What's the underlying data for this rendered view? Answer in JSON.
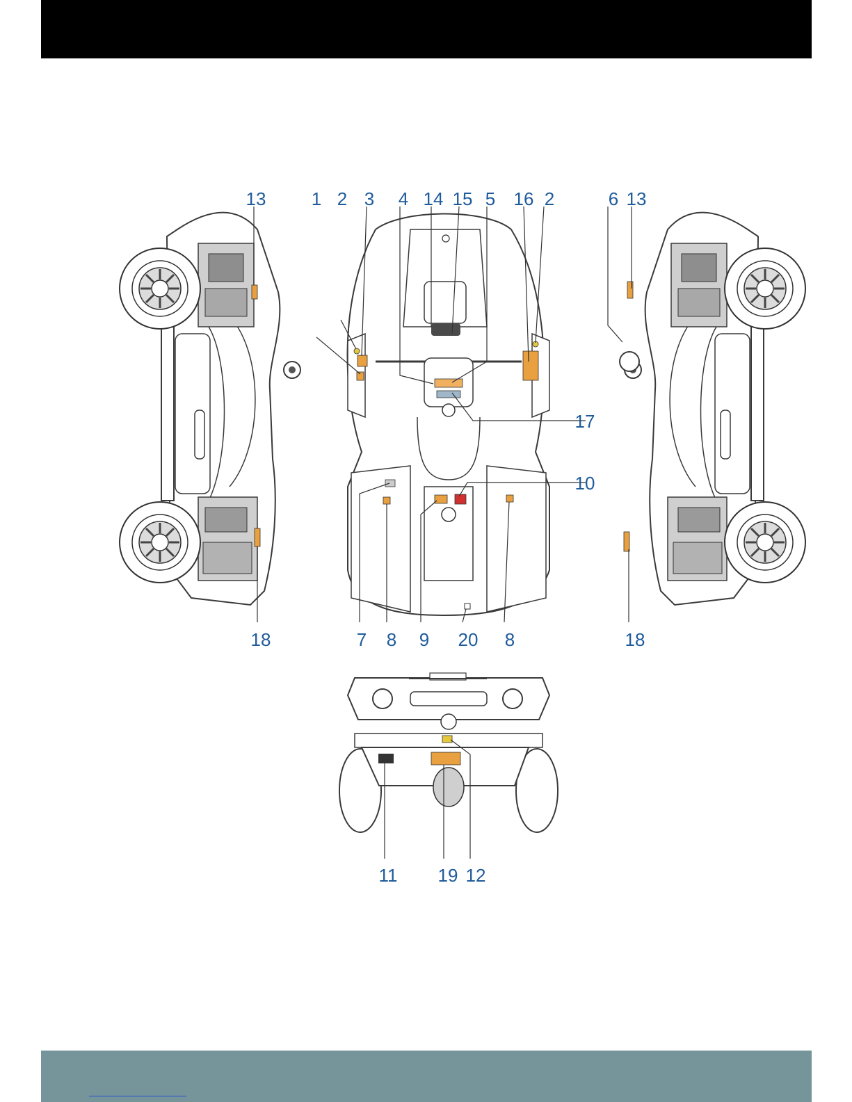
{
  "colors": {
    "callout": "#1f5b9b",
    "outline": "#3a3a3a",
    "header": "#000000",
    "footer": "#75959a"
  },
  "callouts": {
    "c1": "1",
    "c2a": "2",
    "c2b": "2",
    "c3": "3",
    "c4": "4",
    "c5": "5",
    "c6": "6",
    "c7": "7",
    "c8a": "8",
    "c8b": "8",
    "c9": "9",
    "c10": "10",
    "c11": "11",
    "c12": "12",
    "c13a": "13",
    "c13b": "13",
    "c14": "14",
    "c15": "15",
    "c16": "16",
    "c17": "17",
    "c18a": "18",
    "c18b": "18",
    "c19": "19",
    "c20": "20"
  },
  "icons": [
    "wheel-icon",
    "label-sticker-icon",
    "headlight-icon"
  ]
}
